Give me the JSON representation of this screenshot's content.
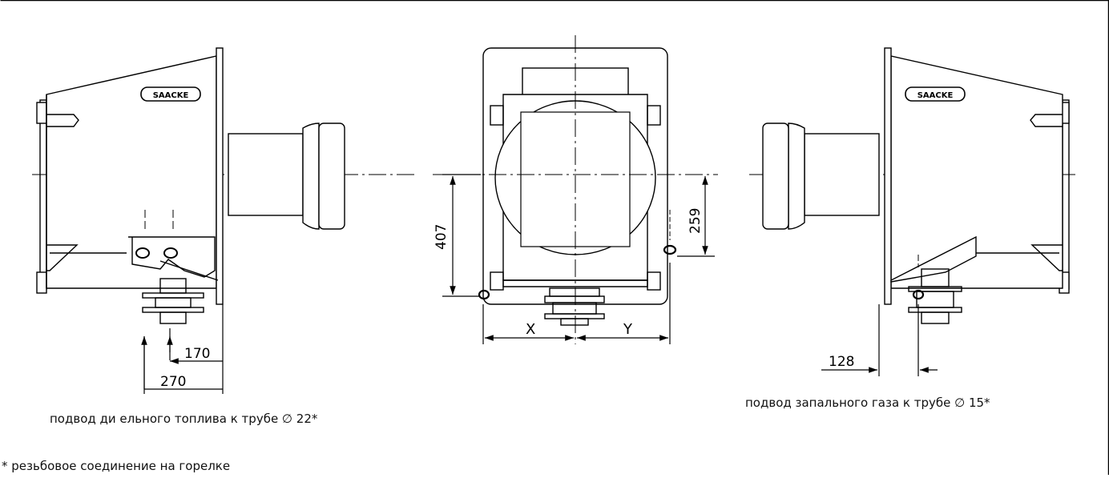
{
  "drawing": {
    "logo_text": "SAACKE",
    "left_view": {
      "dim_170": "170",
      "dim_270": "270",
      "caption": "подвод ди ельного топлива к трубе  ∅ 22*"
    },
    "center_view": {
      "dim_407": "407",
      "dim_259": "259",
      "dim_x": "X",
      "dim_y": "Y"
    },
    "right_view": {
      "dim_128": "128",
      "caption": "подвод  запального газа к трубе ∅ 15*"
    },
    "footnote": "* резьбовое соединение  на горелке"
  }
}
